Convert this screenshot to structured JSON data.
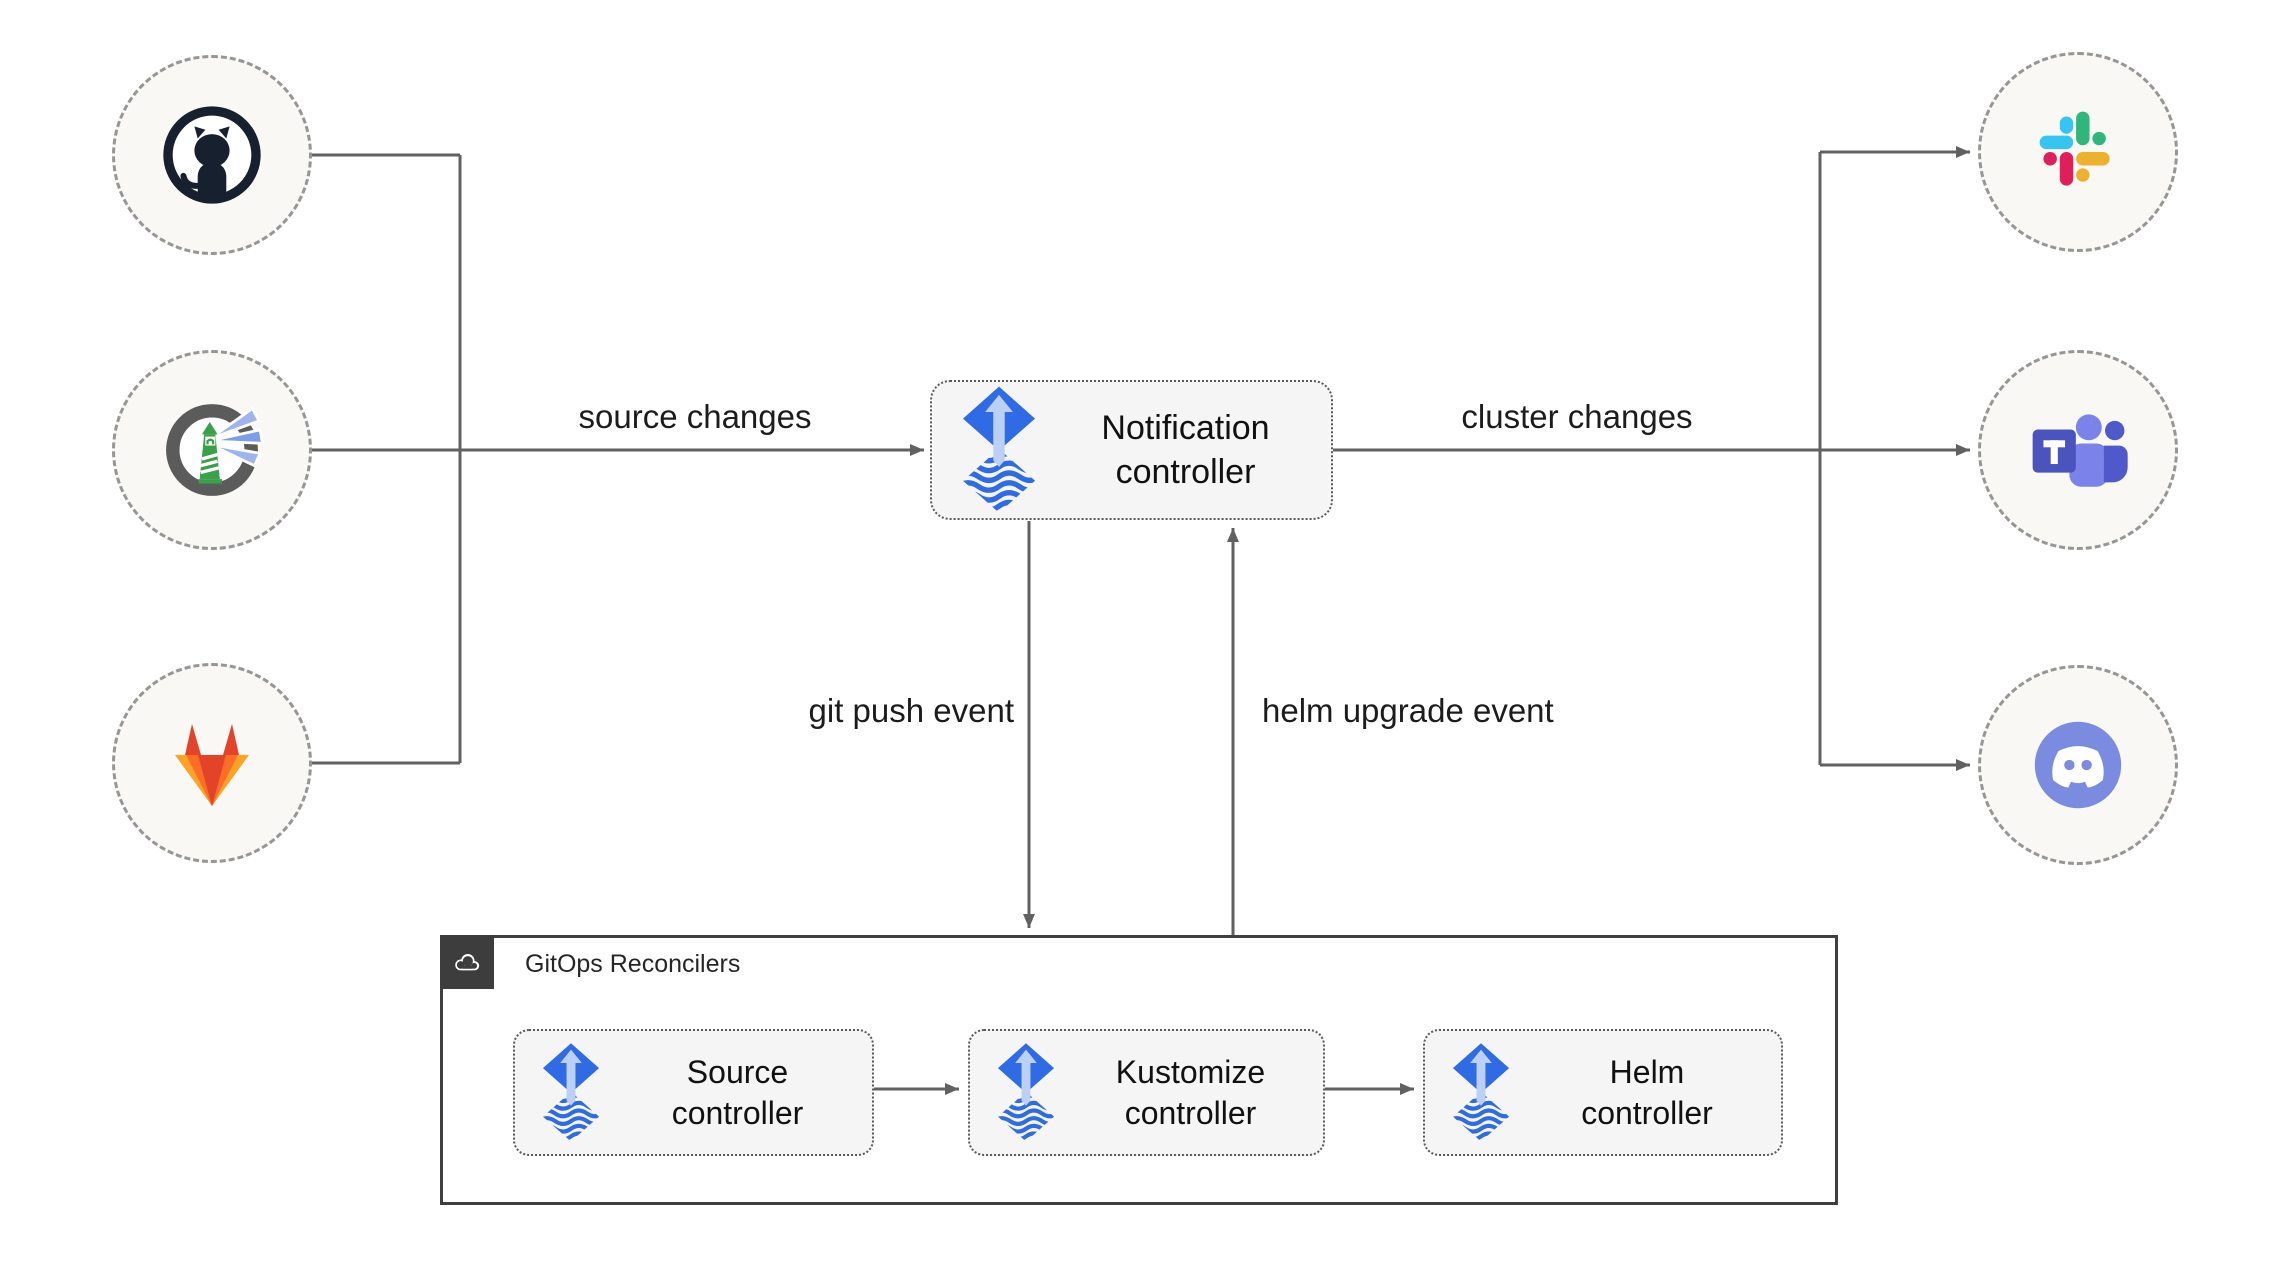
{
  "edge_labels": {
    "source_changes": "source changes",
    "cluster_changes": "cluster changes",
    "git_push_event": "git push event",
    "helm_upgrade_event": "helm upgrade event"
  },
  "nodes": {
    "notification_controller": {
      "line1": "Notification",
      "line2": "controller",
      "icon": "flux-icon"
    },
    "source_controller": {
      "line1": "Source",
      "line2": "controller",
      "icon": "flux-icon"
    },
    "kustomize_controller": {
      "line1": "Kustomize",
      "line2": "controller",
      "icon": "flux-icon"
    },
    "helm_controller": {
      "line1": "Helm",
      "line2": "controller",
      "icon": "flux-icon"
    }
  },
  "group": {
    "title": "GitOps Reconcilers",
    "badge_icon": "cloud-icon"
  },
  "icons": {
    "sources": [
      "github-icon",
      "harbor-icon",
      "gitlab-icon"
    ],
    "targets": [
      "slack-icon",
      "teams-icon",
      "discord-icon"
    ]
  },
  "colors": {
    "background": "#ffffff",
    "line": "#616161",
    "node_fill": "#f5f5f5",
    "node_border": "#5a5a5a",
    "circle_fill": "#f9f8f5",
    "circle_border": "#969696",
    "group_border": "#3f3f3f",
    "badge_bg": "#3d3d3d",
    "text": "#1a1a1a",
    "flux_blue": "#2f6be4",
    "flux_arrow": "#bccff4",
    "github": "#16202e",
    "harbor_ring": "#5b5b5b",
    "harbor_green": "#3aa04a",
    "harbor_beam": "#7d9cea",
    "gitlab_red": "#e24329",
    "gitlab_orange": "#fc6d26",
    "gitlab_yellow": "#fca326",
    "slack_blue": "#36C5F0",
    "slack_green": "#2EB67D",
    "slack_red": "#E01E5A",
    "slack_yellow": "#ECB22E",
    "teams_light": "#7B83EB",
    "teams_mid": "#5059C9",
    "teams_dark": "#4B53BC",
    "discord": "#7A8BE0"
  }
}
